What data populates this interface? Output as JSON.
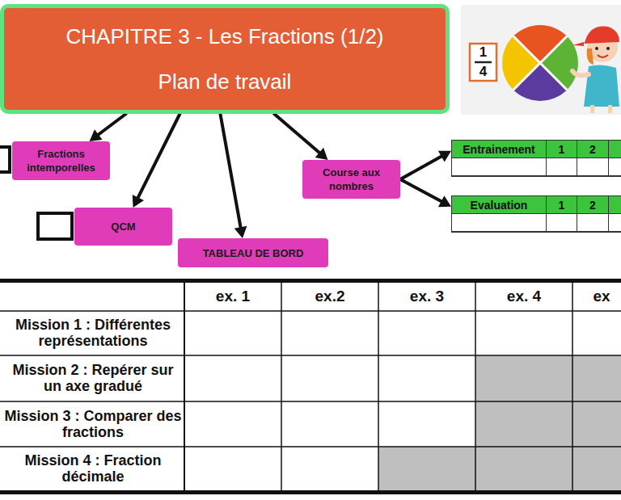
{
  "diagram": {
    "nodes": [
      {
        "text": [
          "CHAPITRE 3 - Les Fractions (1/2)",
          "Plan de travail"
        ]
      },
      {
        "text": [
          "Fractions intemporelles"
        ]
      },
      {
        "text": [
          "QCM"
        ]
      },
      {
        "text": [
          "TABLEAU DE BORD"
        ]
      },
      {
        "text": [
          "Course aux nombres"
        ]
      },
      {
        "text": [
          "Entrainement",
          "1",
          "2"
        ]
      },
      {
        "text": [
          "Evaluation",
          "1",
          "2"
        ]
      }
    ],
    "edges": [
      {
        "from": 0,
        "to": 1,
        "arrow": "to"
      },
      {
        "from": 0,
        "to": 2,
        "arrow": "to"
      },
      {
        "from": 0,
        "to": 3,
        "arrow": "to"
      },
      {
        "from": 0,
        "to": 4,
        "arrow": "to"
      },
      {
        "from": 4,
        "to": 5,
        "arrow": "to"
      },
      {
        "from": 4,
        "to": 6,
        "arrow": "to"
      }
    ],
    "labels": [
      "1",
      "4",
      "ex. 1",
      "ex.2",
      "ex. 3",
      "ex. 4",
      "ex",
      "Mission 1 : Différentes représentations",
      "Mission 2 : Repérer sur un axe gradué",
      "Mission 3 : Comparer des fractions",
      "Mission 4 : Fraction décimale"
    ]
  }
}
